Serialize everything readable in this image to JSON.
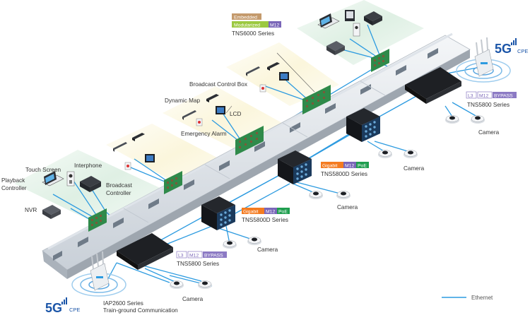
{
  "colors": {
    "ethernet": "#2d9be0",
    "zone_green": "#dff0e4",
    "zone_yellow": "#fbf6dc",
    "tag_gigabit": "#f47b20",
    "tag_m12": "#7a66b8",
    "tag_poe": "#1f9e4f",
    "tag_bypass": "#8c7ac4",
    "tag_embedded": "#c49a6c",
    "tag_modularized": "#9cc940",
    "brand_5g": "#1b55a8"
  },
  "labels": {
    "touch_screen": "Touch Screen",
    "playback_controller_1": "Playback",
    "playback_controller_2": "Controller",
    "interphone": "Interphone",
    "broadcast_controller_1": "Broadcast",
    "broadcast_controller_2": "Controller",
    "nvr": "NVR",
    "dynamic_map": "Dynamic Map",
    "lcd": "LCD",
    "emergency_alarm": "Emergency Alarm",
    "broadcast_control_box": "Broadcast Control Box",
    "camera": "Camera"
  },
  "tags": {
    "embedded": "Embedded",
    "modularized": "Modularized",
    "m12": "M12",
    "gigabit": "Gigabit",
    "poe": "PoE",
    "l3": "L3",
    "bypass": "BYPASS"
  },
  "series": {
    "tns6000": "TNS6000 Series",
    "tns5800d": "TNS5800D Series",
    "tns5800": "TNS5800 Series",
    "iap2600_1": "IAP2600 Series",
    "iap2600_2": "Train-ground Communication"
  },
  "cpe": {
    "five_g": "5G",
    "cpe": "CPE"
  },
  "legend": {
    "ethernet": "Ethernet"
  }
}
